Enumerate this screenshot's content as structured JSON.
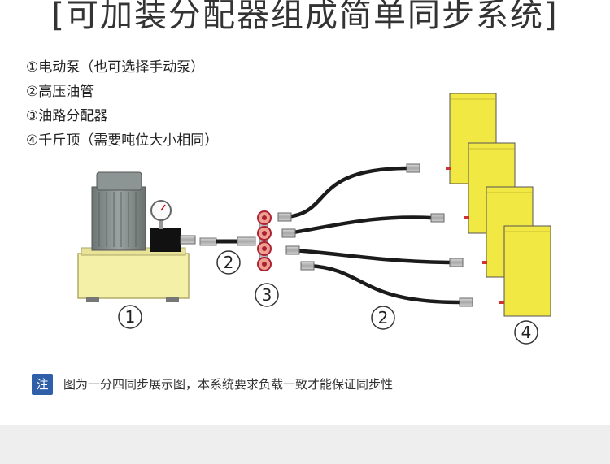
{
  "title": "[可加装分配器组成简单同步系统]",
  "legend": [
    "①电动泵（也可选择手动泵）",
    "②高压油管",
    "③油路分配器",
    "④千斤顶（需要吨位大小相同）"
  ],
  "labels": {
    "pump": "1",
    "hose_left": "2",
    "distributor": "3",
    "hose_right": "2",
    "jacks": "4"
  },
  "note": {
    "badge": "注",
    "text": "图为一分四同步展示图，本系统要求负载一致才能保证同步性"
  },
  "colors": {
    "jack_yellow": "#f2e844",
    "pump_base": "#f5f0a8",
    "motor_gray": "#808a88",
    "hose": "#1b1b1b",
    "note_blue": "#2f5fa8"
  }
}
